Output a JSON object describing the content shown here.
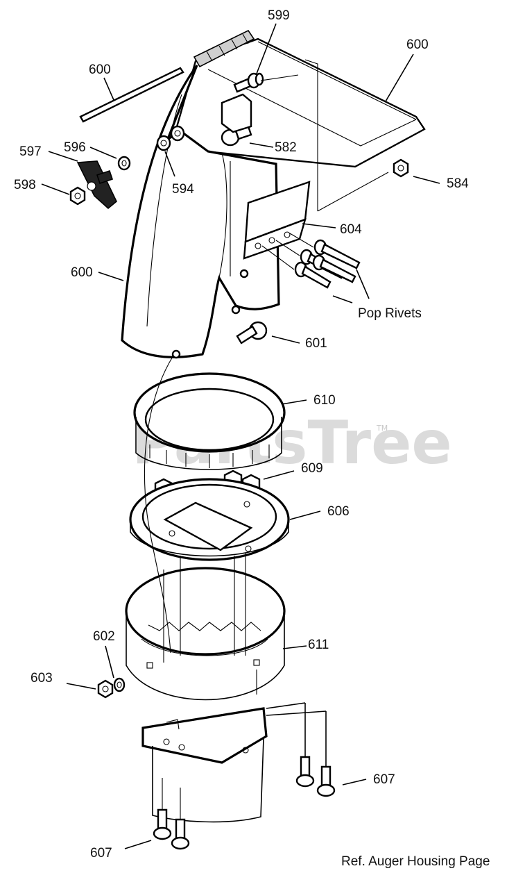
{
  "watermark": "PartsTree",
  "watermark_tm": "TM",
  "footer_note": "Ref. Auger Housing Page",
  "labels": {
    "l599": "599",
    "l600_top": "600",
    "l600_rod": "600",
    "l597": "597",
    "l596": "596",
    "l598": "598",
    "l594": "594",
    "l582": "582",
    "l584": "584",
    "l604": "604",
    "l600_chute": "600",
    "pop_rivets": "Pop Rivets",
    "l601": "601",
    "l610": "610",
    "l609": "609",
    "l606": "606",
    "l602": "602",
    "l611": "611",
    "l603": "603",
    "l607_right": "607",
    "l607_left": "607"
  }
}
